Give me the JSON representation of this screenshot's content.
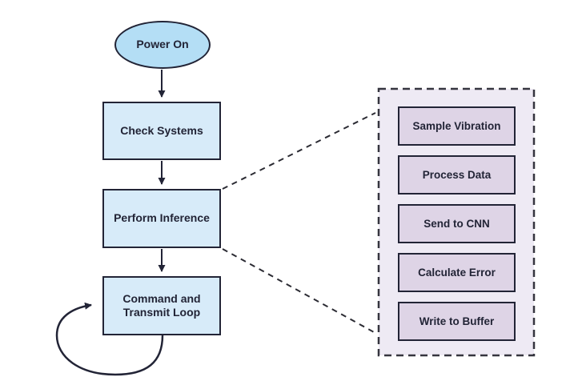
{
  "diagram": {
    "type": "flowchart",
    "background_color": "#ffffff",
    "colors": {
      "start_node_fill": "#b4def5",
      "process_node_fill": "#d7ebf9",
      "node_border": "#222436",
      "label_text": "#222436",
      "connector": "#222436",
      "dashed_connector": "#2b2b33",
      "subprocess_panel_fill": "#eeeaf4",
      "subprocess_panel_border": "#35353f",
      "subprocess_item_fill": "#ded4e6"
    },
    "start_node": {
      "label": "Power On",
      "shape": "ellipse"
    },
    "steps": [
      {
        "label": "Check Systems"
      },
      {
        "label": "Perform Inference"
      },
      {
        "label": "Command and Transmit Loop",
        "self_loop": true
      }
    ],
    "subprocess_panel": {
      "expanded_from": "Perform Inference",
      "border_style": "dashed",
      "items": [
        {
          "label": "Sample Vibration"
        },
        {
          "label": "Process Data"
        },
        {
          "label": "Send to CNN"
        },
        {
          "label": "Calculate Error"
        },
        {
          "label": "Write to Buffer"
        }
      ]
    },
    "edges": [
      {
        "from": "Power On",
        "to": "Check Systems",
        "style": "arrow"
      },
      {
        "from": "Check Systems",
        "to": "Perform Inference",
        "style": "arrow"
      },
      {
        "from": "Perform Inference",
        "to": "Command and Transmit Loop",
        "style": "arrow"
      },
      {
        "from": "Command and Transmit Loop",
        "to": "Command and Transmit Loop",
        "style": "self-loop-arrow"
      },
      {
        "from": "Perform Inference",
        "to": "subprocess panel",
        "style": "dashed-expansion"
      }
    ]
  }
}
